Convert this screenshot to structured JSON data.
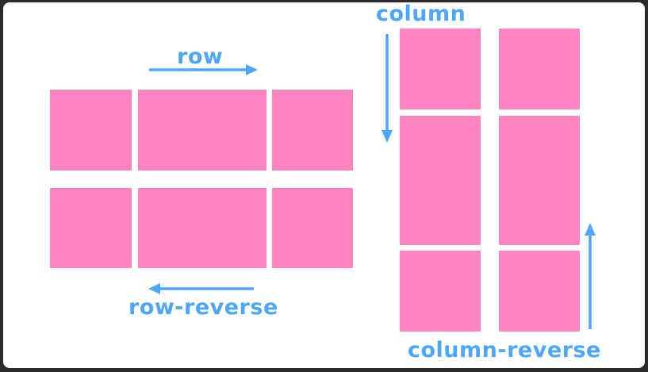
{
  "colors": {
    "box": "#ff85c0",
    "arrow": "#4da6f7",
    "label": "#4da6f7",
    "background": "#ffffff",
    "frame": "#2b2b2b"
  },
  "labels": {
    "row": "row",
    "row_reverse": "row-reverse",
    "column": "column",
    "column_reverse": "column-reverse"
  }
}
